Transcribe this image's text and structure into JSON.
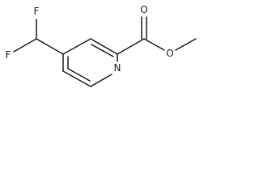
{
  "molecule": {
    "atom_labels": {
      "fluorine_top": "F",
      "fluorine_bottom": "F",
      "ring_nitrogen": "N",
      "carbonyl_oxygen": "O",
      "ester_oxygen": "O"
    },
    "colors": {
      "bond": "#1a1a1a",
      "label": "#1a1a1a",
      "background": "#ffffff"
    }
  }
}
